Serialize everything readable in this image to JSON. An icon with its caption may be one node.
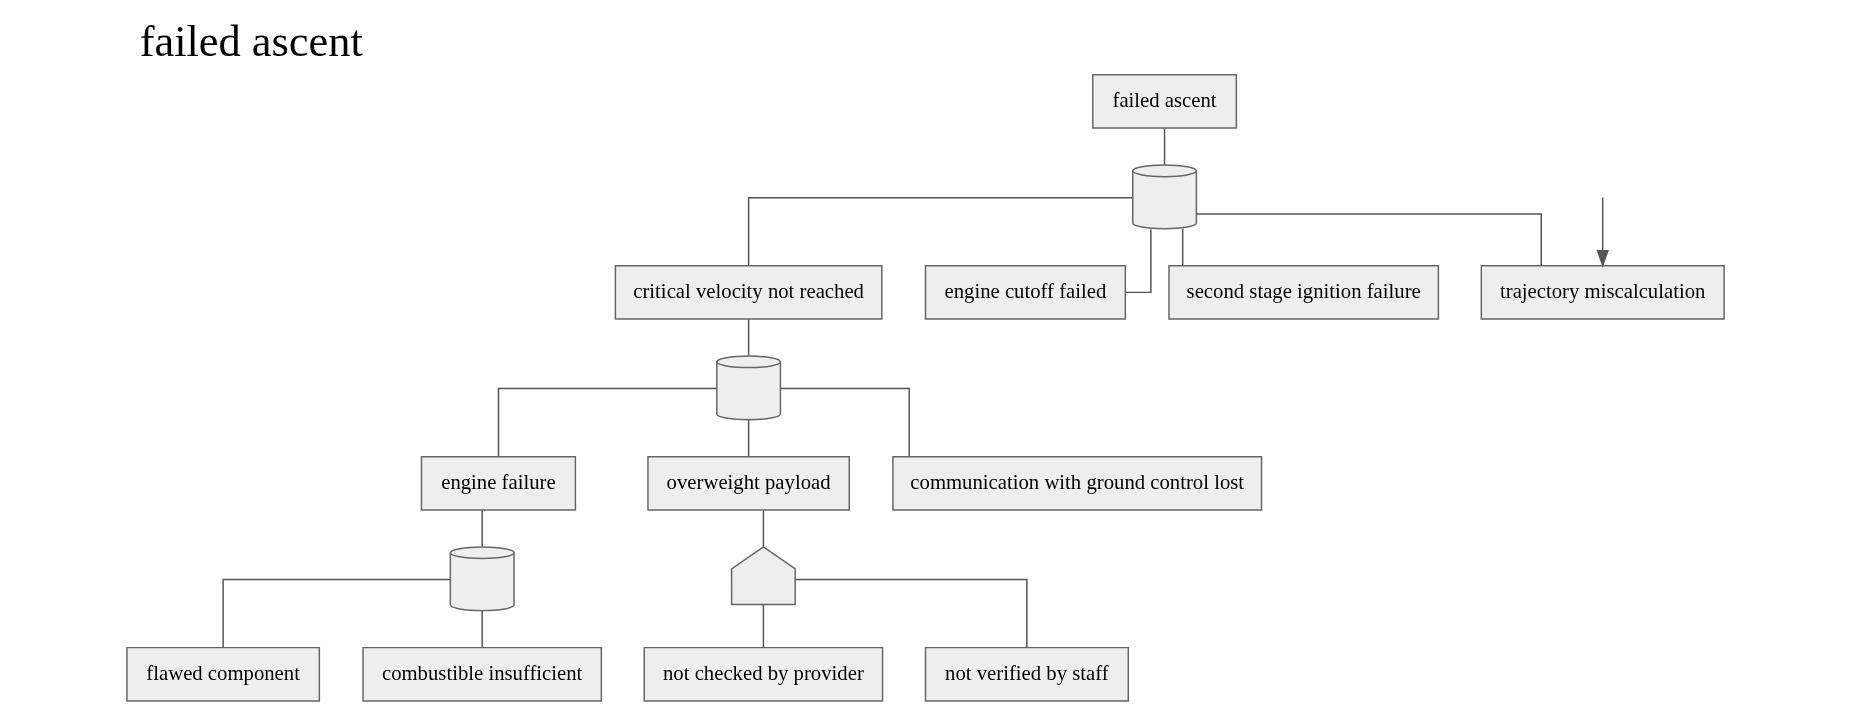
{
  "diagram": {
    "title": "failed ascent",
    "nodes": [
      {
        "text": [
          "failed ascent"
        ]
      },
      {
        "text": [],
        "shape": "shield"
      },
      {
        "text": [
          "critical velocity not reached"
        ]
      },
      {
        "text": [
          "engine cutoff failed"
        ]
      },
      {
        "text": [
          "second stage ignition failure"
        ]
      },
      {
        "text": [
          "trajectory miscalculation"
        ]
      },
      {
        "text": [],
        "shape": "shield"
      },
      {
        "text": [
          "engine failure"
        ]
      },
      {
        "text": [
          "overweight payload"
        ]
      },
      {
        "text": [
          "communication with ground control lost"
        ]
      },
      {
        "text": [],
        "shape": "shield"
      },
      {
        "text": [],
        "shape": "dome"
      },
      {
        "text": [
          "flawed component"
        ]
      },
      {
        "text": [
          "combustible insufficient"
        ]
      },
      {
        "text": [
          "not checked by provider"
        ]
      },
      {
        "text": [
          "not verified by staff"
        ]
      }
    ],
    "edges": [
      {
        "from": 0,
        "to": 1,
        "arrow": "none"
      },
      {
        "from": 1,
        "to": 2,
        "arrow": "none"
      },
      {
        "from": 1,
        "to": 3,
        "arrow": "none"
      },
      {
        "from": 1,
        "to": 4,
        "arrow": "none"
      },
      {
        "from": 1,
        "to": 5,
        "arrow": "none"
      },
      {
        "from": 2,
        "to": 6,
        "arrow": "none"
      },
      {
        "from": 6,
        "to": 7,
        "arrow": "none"
      },
      {
        "from": 6,
        "to": 8,
        "arrow": "none"
      },
      {
        "from": 6,
        "to": 9,
        "arrow": "none"
      },
      {
        "from": 7,
        "to": 10,
        "arrow": "none"
      },
      {
        "from": 8,
        "to": 11,
        "arrow": "none"
      },
      {
        "from": 10,
        "to": 12,
        "arrow": "none"
      },
      {
        "from": 10,
        "to": 13,
        "arrow": "none"
      },
      {
        "from": 11,
        "to": 14,
        "arrow": "none"
      },
      {
        "from": 11,
        "to": 15,
        "arrow": "none"
      },
      {
        "from": null,
        "to": 5,
        "arrow": "to"
      }
    ]
  }
}
